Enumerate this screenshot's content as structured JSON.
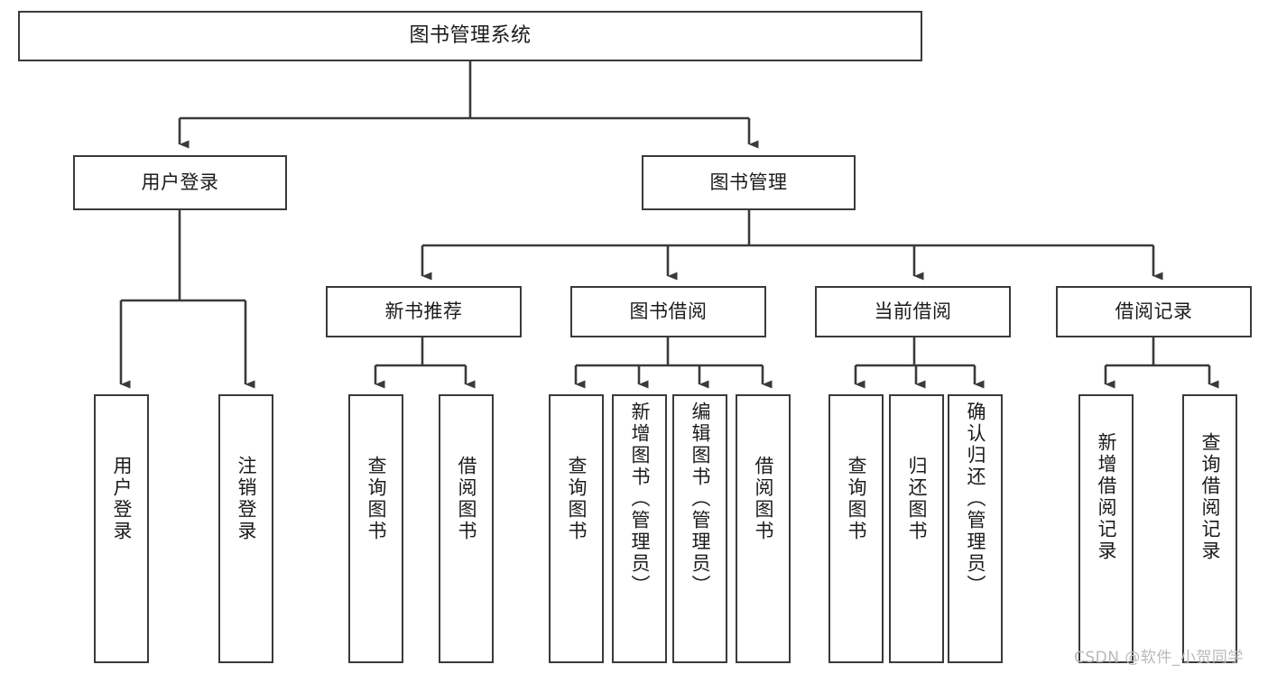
{
  "diagram": {
    "title": "图书管理系统",
    "type": "tree-hierarchy-chart",
    "watermark": "CSDN @软件_小贺同学",
    "colors": {
      "box_border": "#3a3a3a",
      "box_fill": "#ffffff",
      "connector": "#3a3a3a",
      "text": "#1b1b1b",
      "watermark": "#b9b9b9",
      "background": "#ffffff"
    },
    "root": {
      "label": "图书管理系统"
    },
    "level2": [
      {
        "id": "user-login",
        "label": "用户登录"
      },
      {
        "id": "book-manage",
        "label": "图书管理"
      }
    ],
    "level3": [
      {
        "id": "new-book-recommend",
        "label": "新书推荐"
      },
      {
        "id": "book-borrow",
        "label": "图书借阅"
      },
      {
        "id": "current-borrow",
        "label": "当前借阅"
      },
      {
        "id": "borrow-record",
        "label": "借阅记录"
      }
    ],
    "leaves": {
      "user_login": [
        {
          "id": "leaf-user-login",
          "label": "用户登录"
        },
        {
          "id": "leaf-user-logout",
          "label": "注销登录"
        }
      ],
      "new_book_recommend": [
        {
          "id": "leaf-query-book-1",
          "label": "查询图书"
        },
        {
          "id": "leaf-borrow-book-1",
          "label": "借阅图书"
        }
      ],
      "book_borrow": [
        {
          "id": "leaf-query-book-2",
          "label": "查询图书"
        },
        {
          "id": "leaf-add-book",
          "label": "新增图书（管理员）"
        },
        {
          "id": "leaf-edit-book",
          "label": "编辑图书（管理员）"
        },
        {
          "id": "leaf-borrow-book-2",
          "label": "借阅图书"
        }
      ],
      "current_borrow": [
        {
          "id": "leaf-query-book-3",
          "label": "查询图书"
        },
        {
          "id": "leaf-return-book",
          "label": "归还图书"
        },
        {
          "id": "leaf-confirm-return",
          "label": "确认归还（管理员）"
        }
      ],
      "borrow_record": [
        {
          "id": "leaf-add-record",
          "label": "新增借阅记录"
        },
        {
          "id": "leaf-query-record",
          "label": "查询借阅记录"
        }
      ]
    }
  }
}
